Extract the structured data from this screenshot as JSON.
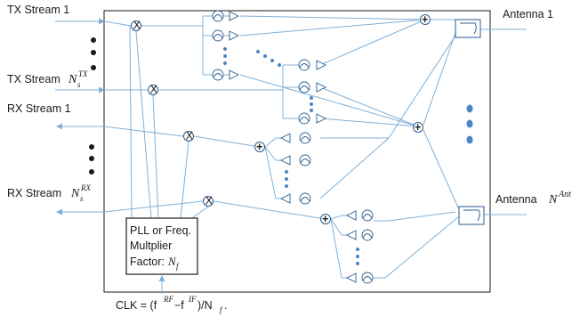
{
  "labels": {
    "tx_stream_1": "TX Stream 1",
    "tx_stream_n_prefix": "TX Stream ",
    "tx_stream_n_sym": "N",
    "tx_stream_n_sub": "s",
    "tx_stream_n_sup": "TX",
    "rx_stream_1": "RX Stream 1",
    "rx_stream_n_prefix": "RX Stream  ",
    "rx_stream_n_sym": "N",
    "rx_stream_n_sub": "s",
    "rx_stream_n_sup": "RX",
    "antenna_1": "Antenna 1",
    "antenna_n_prefix": "Antenna ",
    "antenna_n_sym": "N",
    "antenna_n_sup": "Ant",
    "pll_line1": "PLL or Freq.",
    "pll_line2": "Multplier",
    "pll_line3_prefix": "Factor:",
    "pll_line3_sym": "N",
    "pll_line3_sub": "f",
    "clk_text": "CLK = (f",
    "clk_sup1": "RF",
    "clk_minus": "−f",
    "clk_sup2": "IF",
    "clk_close": ")/N",
    "clk_sub": "f",
    "clk_end": ".",
    "mixer_symbol": "X",
    "combiner_symbol": "+"
  },
  "colors": {
    "signal": "#7fb0d8",
    "border": "#1a1a1a",
    "component": "#2a5d8f",
    "dots": "#4a86c5"
  }
}
